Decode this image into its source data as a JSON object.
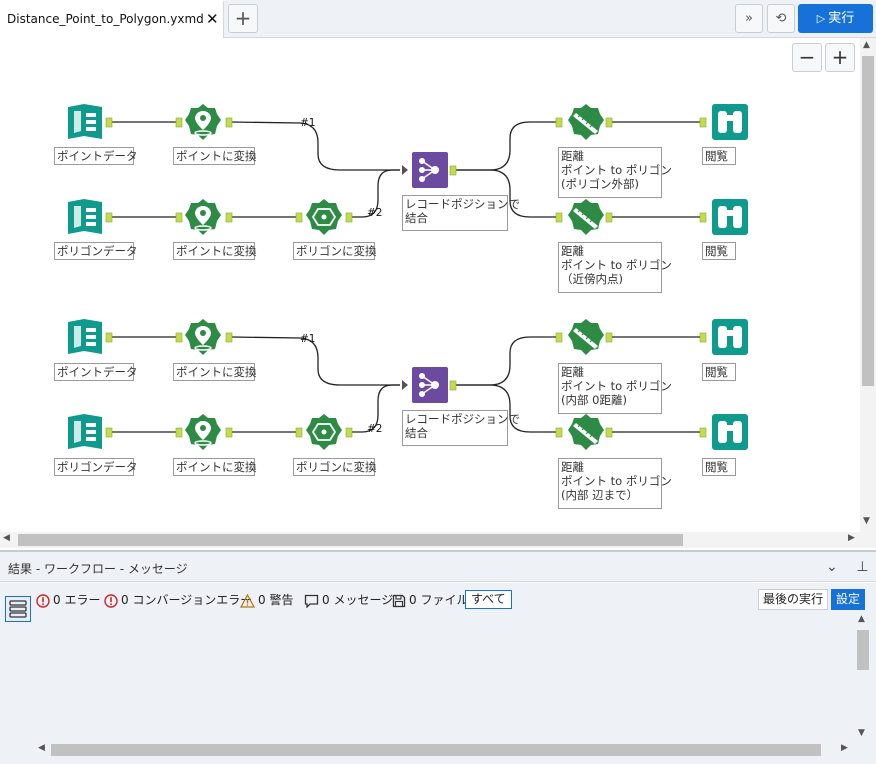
{
  "tab": {
    "title": "Distance_Point_to_Polygon.yxmd",
    "close_glyph": "✕"
  },
  "toolbar": {
    "add_glyph": "+",
    "expand_glyph": "»",
    "history_glyph": "⟲",
    "run_label": "実行",
    "run_glyph": "▷"
  },
  "zoom": {
    "minus": "−",
    "plus": "+"
  },
  "labels": {
    "l1": "ポイントデータ",
    "l2": "ポイントに変換",
    "l3": "ポリゴンデータ",
    "l4": "ポイントに変換",
    "l5": "ポリゴンに変換",
    "l6": "レコードポジションで\n結合",
    "l7": "距離\nポイント to ポリゴン\n(ポリゴン外部)",
    "l8": "距離\nポイント to ポリゴン\n（近傍内点)",
    "l9": "閲覧",
    "l10": "閲覧",
    "l11": "ポイントデータ",
    "l12": "ポイントに変換",
    "l13": "ポリゴンデータ",
    "l14": "ポイントに変換",
    "l15": "ポリゴンに変換",
    "l16": "レコードポジションで\n結合",
    "l17": "距離\nポイント to ポリゴン\n(内部 0距離)",
    "l18": "距離\nポイント to ポリゴン\n(内部 辺まで）",
    "l19": "閲覧",
    "l20": "閲覧"
  },
  "anchors": {
    "a1": "#1",
    "a2": "#2",
    "a3": "#1",
    "a4": "#2"
  },
  "results": {
    "title": "結果 - ワークフロー - メッセージ",
    "collapse_glyph": "⌄",
    "pin_glyph": "⊥",
    "errors": "0 エラー",
    "conv_errors": "0 コンバージョンエラー",
    "warnings": "0 警告",
    "messages": "0 メッセージ",
    "files": "0 ファイル",
    "all": "すべて",
    "last_run": "最後の実行",
    "settings": "設定"
  },
  "colors": {
    "input_teal": "#0e9a8c",
    "spatial_green": "#2e8b45",
    "join_purple": "#6b4aa0",
    "browse_teal": "#0e9a8c",
    "accent_blue": "#1672d8"
  }
}
